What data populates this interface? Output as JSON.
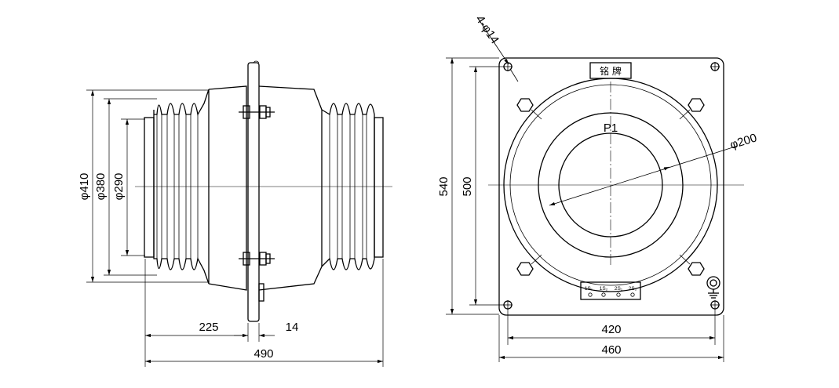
{
  "side_view": {
    "dims": {
      "outer_diameter": "φ410",
      "flange_diameter": "φ380",
      "bore_diameter": "φ290",
      "left_length": "225",
      "plate_thickness": "14",
      "total_length": "490"
    }
  },
  "front_view": {
    "primary_label": "P1",
    "nameplate_label": "铭  牌",
    "hole_note": "4-φ14",
    "window_diameter": "φ200",
    "dims": {
      "height_overall": "540",
      "height_holes": "500",
      "width_holes": "420",
      "width_overall": "460"
    },
    "terminals": [
      "1S₁",
      "1S₂",
      "2S₁",
      "2S₂"
    ]
  }
}
